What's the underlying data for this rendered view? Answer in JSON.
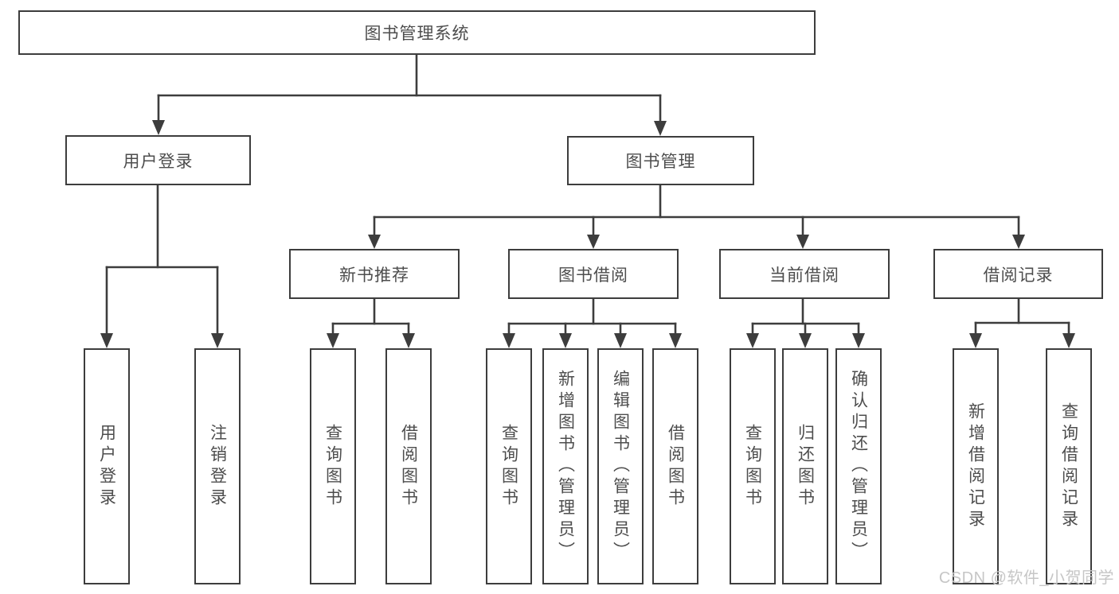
{
  "title": "图书管理系统",
  "colors": {
    "line": "#3d3d3d",
    "text": "#4d4d4d",
    "watermark": "#c6c6c6"
  },
  "nodes": {
    "root": "图书管理系统",
    "user_login": "用户登录",
    "book_mgmt": "图书管理",
    "new_books": "新书推荐",
    "book_borrow": "图书借阅",
    "current_borrow": "当前借阅",
    "borrow_records": "借阅记录",
    "leaf_user_login": "用户登录",
    "leaf_logout": "注销登录",
    "leaf_nb_query": "查询图书",
    "leaf_nb_borrow": "借阅图书",
    "leaf_bb_query": "查询图书",
    "leaf_bb_add": "新增图书（管理员）",
    "leaf_bb_edit": "编辑图书（管理员）",
    "leaf_bb_borrow": "借阅图书",
    "leaf_cb_query": "查询图书",
    "leaf_cb_return": "归还图书",
    "leaf_cb_confirm": "确认归还（管理员）",
    "leaf_br_add": "新增借阅记录",
    "leaf_br_query": "查询借阅记录"
  },
  "watermark": "CSDN @软件_小贺同学"
}
